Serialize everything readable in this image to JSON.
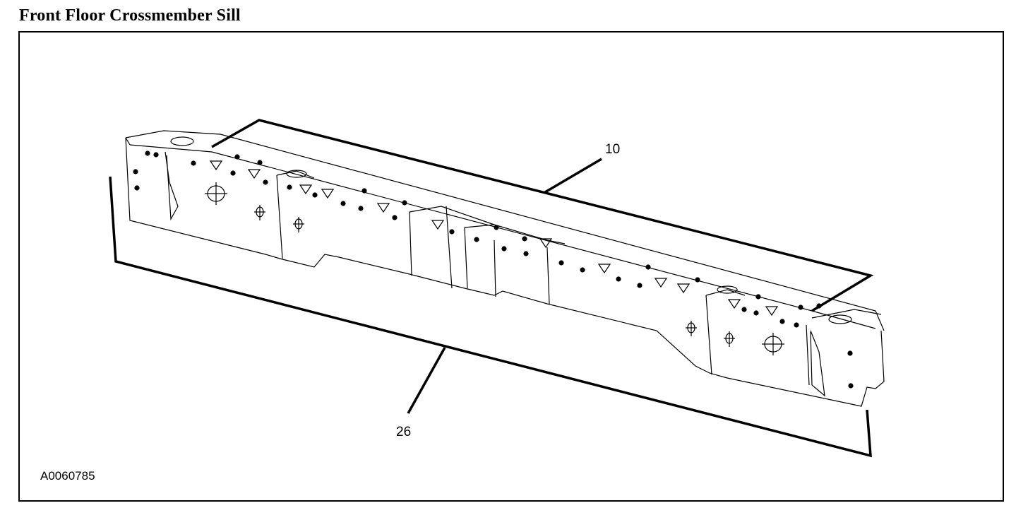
{
  "title": "Front Floor Crossmember Sill",
  "callouts": [
    {
      "id": "10"
    },
    {
      "id": "26"
    }
  ],
  "figure_ref": "A0060785",
  "colors": {
    "ink": "#000000",
    "paper": "#ffffff"
  }
}
